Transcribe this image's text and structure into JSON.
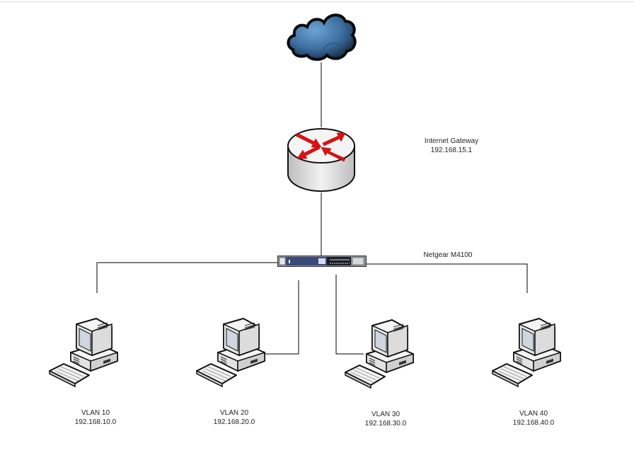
{
  "diagram": {
    "internet": {
      "icon": "cloud-icon"
    },
    "gateway": {
      "icon": "router-icon",
      "name": "Internet Gateway",
      "ip": "192.168.15.1"
    },
    "switch": {
      "icon": "switch-icon",
      "name": "Netgear M4100"
    },
    "hosts": [
      {
        "icon": "computer-icon",
        "vlan": "VLAN 10",
        "network": "192.168.10.0"
      },
      {
        "icon": "computer-icon",
        "vlan": "VLAN 20",
        "network": "192.168.20.0"
      },
      {
        "icon": "computer-icon",
        "vlan": "VLAN 30",
        "network": "192.168.30.0"
      },
      {
        "icon": "computer-icon",
        "vlan": "VLAN 40",
        "network": "192.168.40.0"
      }
    ],
    "colors": {
      "cloud": "#2f5f8a",
      "router_arrows": "#e01010",
      "switch_body": "#3c4a78",
      "line": "#000000"
    }
  }
}
